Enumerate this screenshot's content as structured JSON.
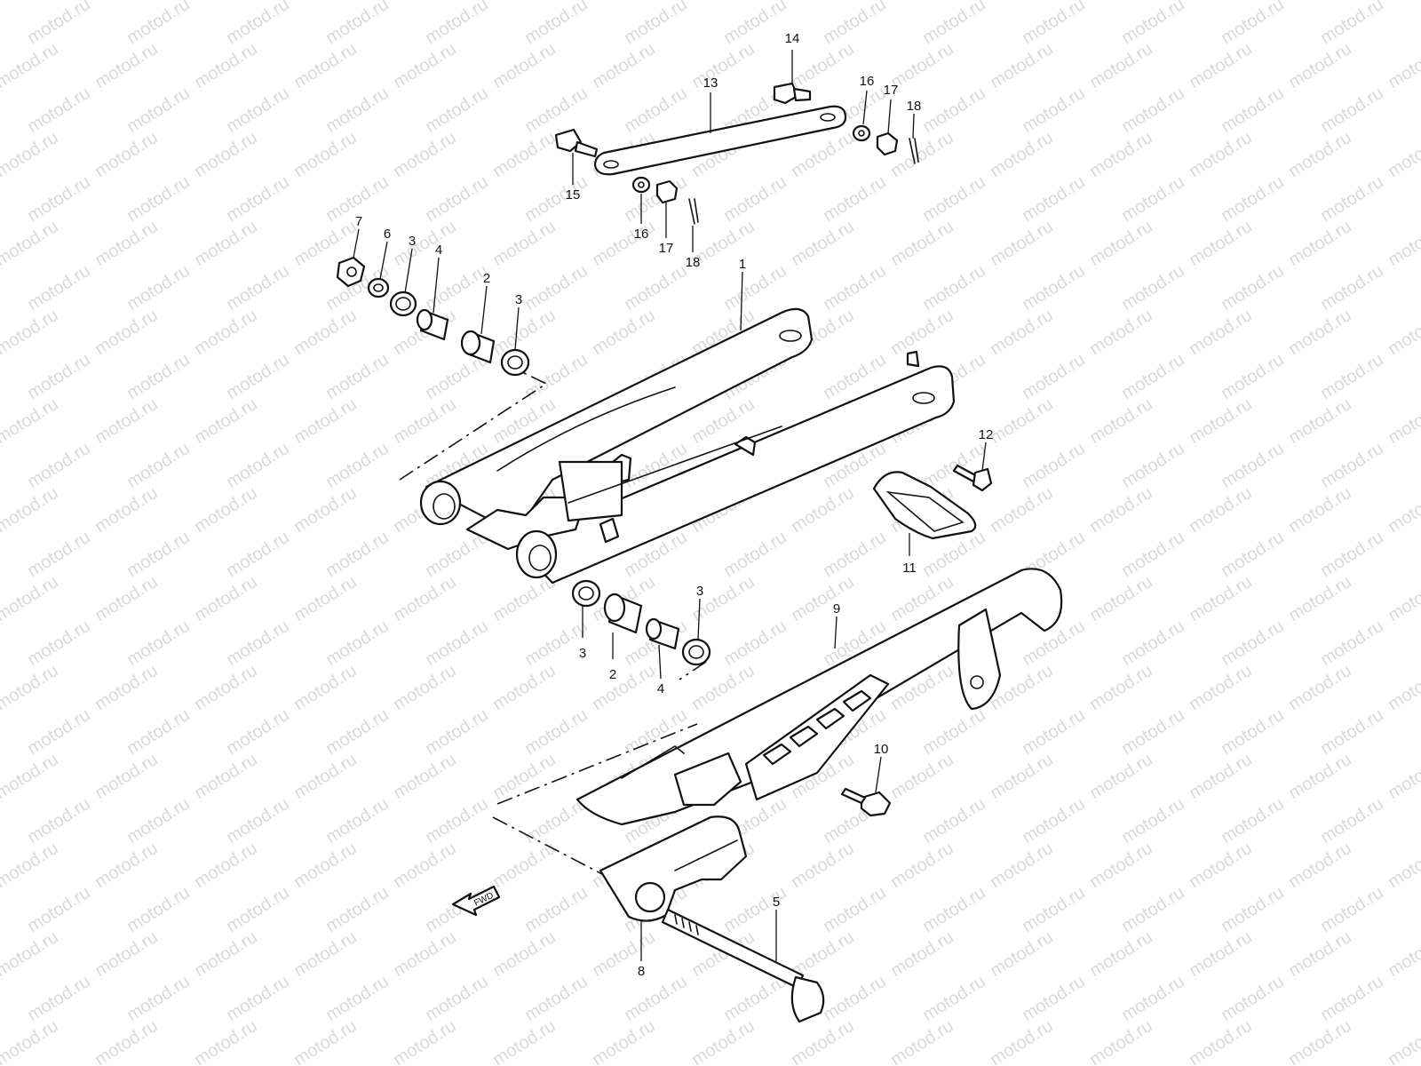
{
  "watermark": {
    "text": "motod.ru"
  },
  "fwd_arrow": {
    "text": "FWD"
  },
  "callouts": [
    {
      "id": "c14",
      "label": "14"
    },
    {
      "id": "c13",
      "label": "13"
    },
    {
      "id": "c16a",
      "label": "16"
    },
    {
      "id": "c17a",
      "label": "17"
    },
    {
      "id": "c18a",
      "label": "18"
    },
    {
      "id": "c15",
      "label": "15"
    },
    {
      "id": "c16b",
      "label": "16"
    },
    {
      "id": "c17b",
      "label": "17"
    },
    {
      "id": "c18b",
      "label": "18"
    },
    {
      "id": "c7",
      "label": "7"
    },
    {
      "id": "c6",
      "label": "6"
    },
    {
      "id": "c3a",
      "label": "3"
    },
    {
      "id": "c4a",
      "label": "4"
    },
    {
      "id": "c2a",
      "label": "2"
    },
    {
      "id": "c3b",
      "label": "3"
    },
    {
      "id": "c1",
      "label": "1"
    },
    {
      "id": "c12",
      "label": "12"
    },
    {
      "id": "c11",
      "label": "11"
    },
    {
      "id": "c9",
      "label": "9"
    },
    {
      "id": "c3c",
      "label": "3"
    },
    {
      "id": "c3d",
      "label": "3"
    },
    {
      "id": "c2b",
      "label": "2"
    },
    {
      "id": "c4b",
      "label": "4"
    },
    {
      "id": "c10",
      "label": "10"
    },
    {
      "id": "c5",
      "label": "5"
    },
    {
      "id": "c8",
      "label": "8"
    }
  ]
}
